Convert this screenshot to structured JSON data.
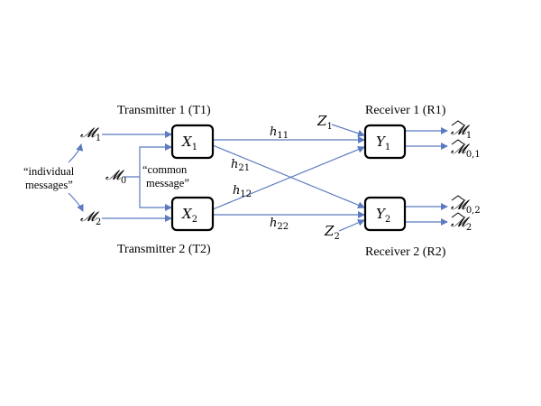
{
  "labels": {
    "t1": "Transmitter 1 (T1)",
    "t2": "Transmitter 2 (T2)",
    "r1": "Receiver 1 (R1)",
    "r2": "Receiver 2 (R2)",
    "individual_line1": "“individual",
    "individual_line2": "messages”",
    "common_line1": "“common",
    "common_line2": "message”"
  },
  "symbols": {
    "m1": {
      "base": "𝓜",
      "sub": "1"
    },
    "m2": {
      "base": "𝓜",
      "sub": "2"
    },
    "m0": {
      "base": "𝓜",
      "sub": "0"
    },
    "x1": {
      "base": "X",
      "sub": "1"
    },
    "x2": {
      "base": "X",
      "sub": "2"
    },
    "y1": {
      "base": "Y",
      "sub": "1"
    },
    "y2": {
      "base": "Y",
      "sub": "2"
    },
    "z1": {
      "base": "Z",
      "sub": "1"
    },
    "z2": {
      "base": "Z",
      "sub": "2"
    },
    "h11": {
      "base": "h",
      "sub": "11"
    },
    "h21": {
      "base": "h",
      "sub": "21"
    },
    "h12": {
      "base": "h",
      "sub": "12"
    },
    "h22": {
      "base": "h",
      "sub": "22"
    },
    "out_m1": {
      "base": "𝓜",
      "sub": "1"
    },
    "out_m01": {
      "base": "𝓜",
      "sub": "0,1"
    },
    "out_m02": {
      "base": "𝓜",
      "sub": "0,2"
    },
    "out_m2": {
      "base": "𝓜",
      "sub": "2"
    }
  },
  "colors": {
    "arrow": "#5b7abf",
    "box_stroke": "#000000"
  }
}
